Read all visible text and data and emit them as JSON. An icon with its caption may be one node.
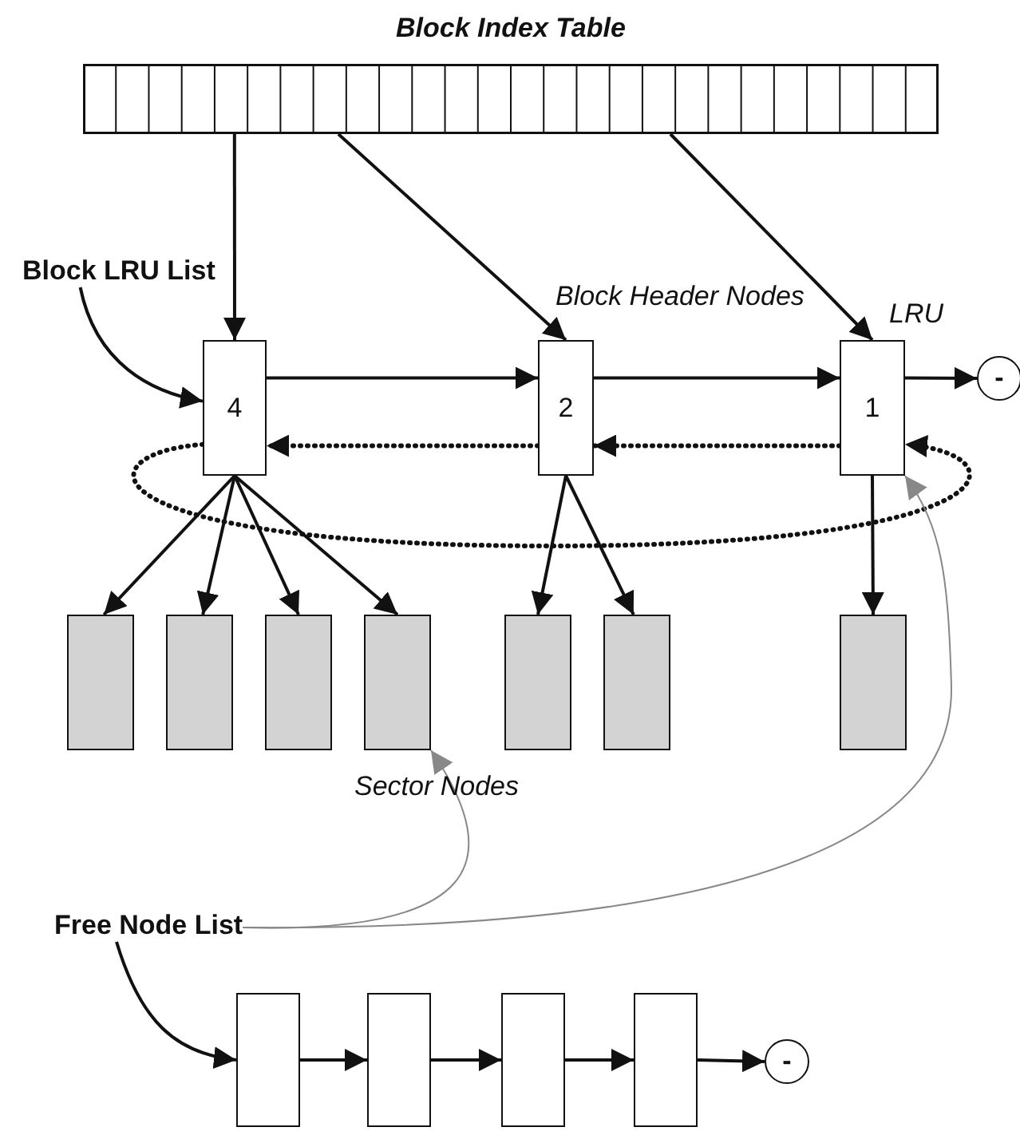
{
  "diagram": {
    "nodes": [
      {
        "text": [
          "Block Index Table"
        ]
      },
      {
        "text": [
          "Block LRU List"
        ]
      },
      {
        "text": [
          "4"
        ]
      },
      {
        "text": [
          "2"
        ]
      },
      {
        "text": [
          "1"
        ],
        "beside": [
          "LRU"
        ]
      },
      {
        "text": [
          "-"
        ]
      },
      {
        "text": [],
        "shape": "box"
      },
      {
        "text": [],
        "shape": "box"
      },
      {
        "text": [],
        "shape": "box"
      },
      {
        "text": [],
        "shape": "box"
      },
      {
        "text": [],
        "shape": "box"
      },
      {
        "text": [],
        "shape": "box"
      },
      {
        "text": [],
        "shape": "box"
      },
      {
        "text": [
          "Free Node List"
        ]
      },
      {
        "text": [],
        "shape": "box"
      },
      {
        "text": [],
        "shape": "box"
      },
      {
        "text": [],
        "shape": "box"
      },
      {
        "text": [],
        "shape": "box"
      },
      {
        "text": [
          "-"
        ]
      }
    ],
    "edges": [
      {
        "from": 0,
        "to": 2,
        "arrow": "to"
      },
      {
        "from": 0,
        "to": 3,
        "arrow": "to"
      },
      {
        "from": 0,
        "to": 4,
        "arrow": "to"
      },
      {
        "from": 1,
        "to": 2,
        "arrow": "to"
      },
      {
        "from": 2,
        "to": 3,
        "arrow": "to"
      },
      {
        "from": 3,
        "to": 4,
        "arrow": "to"
      },
      {
        "from": 4,
        "to": 5,
        "arrow": "to"
      },
      {
        "from": 4,
        "to": 3,
        "arrow": "to",
        "style": "dashed"
      },
      {
        "from": 3,
        "to": 2,
        "arrow": "to",
        "style": "dashed"
      },
      {
        "from": 2,
        "to": 4,
        "arrow": "to",
        "style": "dashed"
      },
      {
        "from": 2,
        "to": 6,
        "arrow": "to"
      },
      {
        "from": 2,
        "to": 7,
        "arrow": "to"
      },
      {
        "from": 2,
        "to": 8,
        "arrow": "to"
      },
      {
        "from": 2,
        "to": 9,
        "arrow": "to"
      },
      {
        "from": 3,
        "to": 10,
        "arrow": "to"
      },
      {
        "from": 3,
        "to": 11,
        "arrow": "to"
      },
      {
        "from": 4,
        "to": 12,
        "arrow": "to"
      },
      {
        "from": 13,
        "to": 9,
        "arrow": "to",
        "color": "#888888"
      },
      {
        "from": 13,
        "to": 4,
        "arrow": "to",
        "color": "#888888"
      },
      {
        "from": 13,
        "to": 14,
        "arrow": "to"
      },
      {
        "from": 14,
        "to": 15,
        "arrow": "to"
      },
      {
        "from": 15,
        "to": 16,
        "arrow": "to"
      },
      {
        "from": 16,
        "to": 17,
        "arrow": "to"
      },
      {
        "from": 17,
        "to": 18,
        "arrow": "to"
      }
    ],
    "labels": [
      "Block Header Nodes",
      "Sector Nodes"
    ]
  }
}
